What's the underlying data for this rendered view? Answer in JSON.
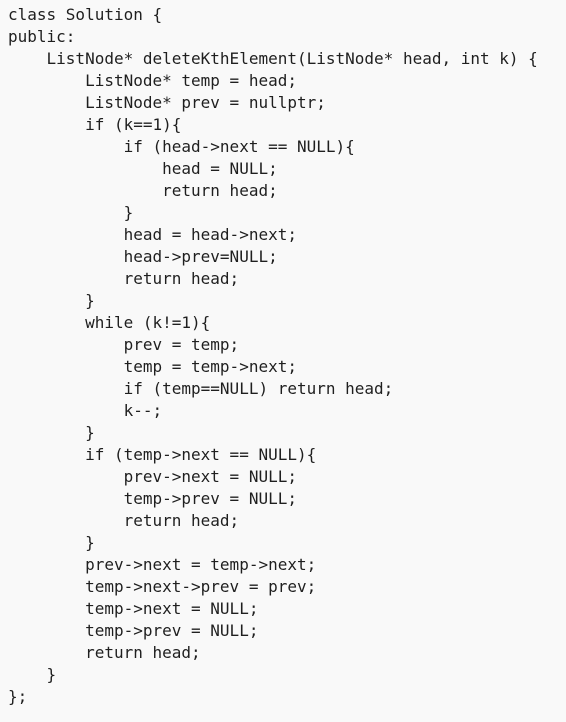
{
  "code": {
    "language": "C++",
    "lines": [
      "class Solution {",
      "public:",
      "    ListNode* deleteKthElement(ListNode* head, int k) {",
      "        ListNode* temp = head;",
      "        ListNode* prev = nullptr;",
      "        if (k==1){",
      "            if (head->next == NULL){",
      "                head = NULL;",
      "                return head;",
      "            }",
      "            head = head->next;",
      "            head->prev=NULL;",
      "            return head;",
      "        }",
      "        while (k!=1){",
      "            prev = temp;",
      "            temp = temp->next;",
      "            if (temp==NULL) return head;",
      "            k--;",
      "        }",
      "        if (temp->next == NULL){",
      "            prev->next = NULL;",
      "            temp->prev = NULL;",
      "            return head;",
      "        }",
      "        prev->next = temp->next;",
      "        temp->next->prev = prev;",
      "        temp->next = NULL;",
      "        temp->prev = NULL;",
      "        return head;",
      "    }",
      "};"
    ]
  }
}
